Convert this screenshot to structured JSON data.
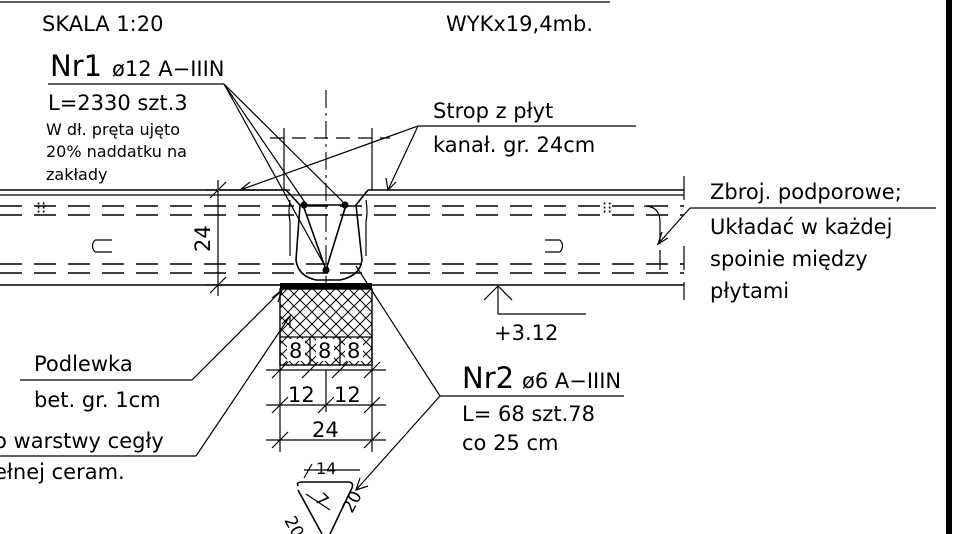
{
  "header": {
    "scale": "SKALA 1:20",
    "quantity": "WYKx19,4mb."
  },
  "rebar1": {
    "mark": "Nr1",
    "spec": "ø12 A−IIIN",
    "length": "L=2330 szt.3",
    "note_line1": "W dł. pręta ujęto",
    "note_line2": "20% naddatku na",
    "note_line3": "zakłady"
  },
  "slab": {
    "line1": "Strop z płyt",
    "line2": "kanał. gr. 24cm",
    "thickness": "24"
  },
  "support_rebar": {
    "line1": "Zbroj. podporowe;",
    "line2": "Układać w każdej",
    "line3": "spoinie między",
    "line4": "płytami"
  },
  "level": "+3.12",
  "grout": {
    "line1": "Podlewka",
    "line2": "bet. gr. 1cm"
  },
  "brick": {
    "line1": "o warstwy cegły",
    "line2": "ełnej ceram."
  },
  "rebar2": {
    "mark": "Nr2",
    "spec": "ø6 A−IIIN",
    "length": "L= 68 szt.78",
    "spacing": "co 25 cm"
  },
  "dimensions": {
    "d8a": "8",
    "d8b": "8",
    "d8c": "8",
    "d12a": "12",
    "d12b": "12",
    "d24": "24",
    "d14": "14",
    "d7": "7",
    "d20a": "20",
    "d20b": "20"
  }
}
